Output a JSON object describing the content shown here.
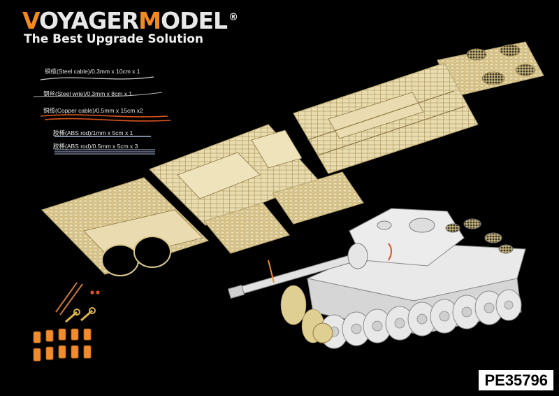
{
  "brand": {
    "part1": "V",
    "part2": "OYAGER",
    "part3": "M",
    "part4": "ODEL",
    "registered": "®",
    "slogan": "The Best Upgrade Solution"
  },
  "wire_labels": [
    "铜缆(Steel cable)/0.3mm x 10cm x 1",
    "钢丝(Steel wrie)/0.3mm x 8cm x 1",
    "铜缆(Copper cable)/0.5mm x 15cm x2",
    "胶棒(ABS rod)/1mm x 5cm x 1",
    "胶棒(ABS rod)/0.5mm x 5cm x 3"
  ],
  "product_code": "PE35796",
  "colors": {
    "background": "#000000",
    "brand_orange": "#f28a1e",
    "brass": "#e6d6a4",
    "copper": "#d9541e",
    "resin_orange": "#f08b2e",
    "tank_model": "#e3e3e3"
  }
}
